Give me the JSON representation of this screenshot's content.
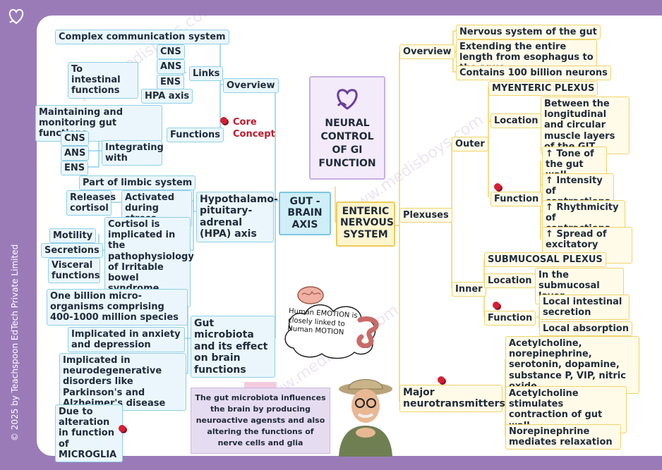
{
  "colors": {
    "frame": "#9a7bb8",
    "blue_branch": "#8fd0e8",
    "yellow_branch": "#f1d36a",
    "center_purple": "#f3eafa",
    "pin": "#d81e34"
  },
  "center": {
    "title": "NEURAL CONTROL OF GI FUNCTION",
    "icon": "heart-stethoscope-icon"
  },
  "left": {
    "root": "GUT - BRAIN AXIS",
    "overview": {
      "label": "Overview",
      "complex": "Complex communication system",
      "links_label": "Links",
      "to_intestinal": "To intestinal functions",
      "links": [
        "CNS",
        "ANS",
        "ENS",
        "HPA axis"
      ],
      "core_concept": "Core Concept",
      "functions_label": "Functions",
      "maintaining": "Maintaining and monitoring gut functions",
      "integrating": "Integrating with",
      "integrating_items": [
        "CNS",
        "ANS",
        "ENS"
      ]
    },
    "hpa": {
      "label": "Hypothalamo-pituitary-adrenal (HPA) axis",
      "limbic": "Part of limbic system",
      "activated": "Activated during stress",
      "releases": "Releases cortisol",
      "cortisol": "Cortisol is implicated in the pathophysiology of Irritable bowel syndrome influencing",
      "influences": [
        "Motility",
        "Secretions",
        "Visceral functions"
      ]
    },
    "microbiota": {
      "label": "Gut microbiota and its effect on brain functions",
      "items": [
        "One billion micro-organisms comprising 400-1000 million species",
        "Implicated in anxiety and depression",
        "Implicated in neurodegenerative disorders like Parkinson's and Alzheimer's disease"
      ],
      "microglia": "Due to alteration in function of MICROGLIA"
    }
  },
  "right": {
    "root": "ENTERIC NERVOUS SYSTEM",
    "overview": {
      "label": "Overview",
      "items": [
        "Nervous system of the gut",
        "Extending the entire length from esophagus to the anus",
        "Contains 100 billion neurons"
      ]
    },
    "plexuses": {
      "label": "Plexuses",
      "outer": {
        "label": "Outer",
        "name": "MYENTERIC PLEXUS",
        "location_label": "Location",
        "location": "Between the longitudinal and circular muscle layers of the GIT",
        "function_label": "Function",
        "functions": [
          "↑ Tone of the gut wall",
          "↑ Intensity of contractions",
          "↑ Rhythmicity of contractions",
          "↑ Spread of excitatory waves"
        ]
      },
      "inner": {
        "label": "Inner",
        "name": "SUBMUCOSAL PLEXUS",
        "location_label": "Location",
        "location": "In the submucosal layer",
        "function_label": "Function",
        "functions": [
          "Local intestinal secretion",
          "Local absorption"
        ]
      }
    },
    "neurotransmitters": {
      "label": "Major neurotransmitters",
      "items": [
        "Acetylcholine, norepinephrine, serotonin, dopamine, substance P, VIP, nitric oxide",
        "Acetylcholine stimulates contraction of gut wall",
        "Norepinephrine mediates relaxation"
      ]
    }
  },
  "cloud_text": "Human EMOTION is closely linked to Human MOTION",
  "info_note": "The gut microbiota influences the brain by producing neuroactive agensts and also altering the functions of nerve cells and glia",
  "copyright": "© 2025 by Teachspoon EdTech Private Limited"
}
